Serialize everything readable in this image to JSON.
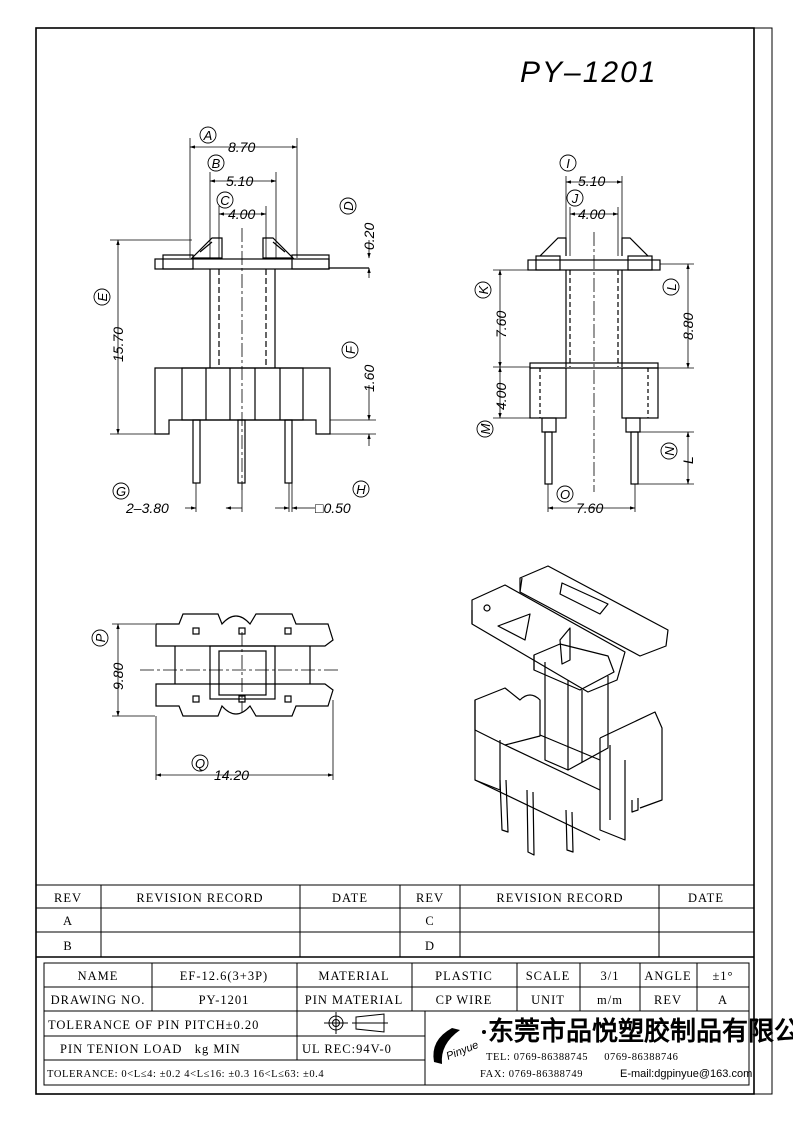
{
  "drawing": {
    "title": "PY–1201"
  },
  "dims": {
    "A": {
      "tag": "A",
      "value": "8.70"
    },
    "B": {
      "tag": "B",
      "value": "5.10"
    },
    "C": {
      "tag": "C",
      "value": "4.00"
    },
    "D": {
      "tag": "D",
      "value": "0.20"
    },
    "E": {
      "tag": "E",
      "value": "15.70"
    },
    "F": {
      "tag": "F",
      "value": "1.60"
    },
    "G": {
      "tag": "G",
      "value": "2–3.80"
    },
    "H": {
      "tag": "H",
      "value": "□0.50"
    },
    "I": {
      "tag": "I",
      "value": "5.10"
    },
    "J": {
      "tag": "J",
      "value": "4.00"
    },
    "K": {
      "tag": "K",
      "value": "7.60"
    },
    "L": {
      "tag": "L",
      "value": "8.80"
    },
    "M": {
      "tag": "M",
      "value": "4.00"
    },
    "N": {
      "tag": "N",
      "value": "L"
    },
    "O": {
      "tag": "O",
      "value": "7.60"
    },
    "P": {
      "tag": "P",
      "value": "9.80"
    },
    "Q": {
      "tag": "Q",
      "value": "14.20"
    }
  },
  "revision": {
    "headers": [
      "REV",
      "REVISION RECORD",
      "DATE",
      "REV",
      "REVISION RECORD",
      "DATE"
    ],
    "rows": [
      {
        "left_rev": "A",
        "right_rev": "C"
      },
      {
        "left_rev": "B",
        "right_rev": "D"
      }
    ]
  },
  "title_block": {
    "name_label": "NAME",
    "name_value": "EF-12.6(3+3P)",
    "material_label": "MATERIAL",
    "material_value": "PLASTIC",
    "scale_label": "SCALE",
    "scale_value": "3/1",
    "angle_label": "ANGLE",
    "angle_value": "±1°",
    "drawing_no_label": "DRAWING NO.",
    "drawing_no_value": "PY-1201",
    "pin_material_label": "PIN MATERIAL",
    "pin_material_value": "CP WIRE",
    "unit_label": "UNIT",
    "unit_value": "m/m",
    "rev_label": "REV",
    "rev_value": "A",
    "pin_pitch_tolerance": "TOLERANCE OF PIN PITCH±0.20",
    "pin_tension": "PIN TENION LOAD   kg MIN",
    "ul_rec": "UL REC:94V-0",
    "tolerance_note": "TOLERANCE: 0<L≤4: ±0.2  4<L≤16: ±0.3  16<L≤63: ±0.4",
    "company_name": "东莞市品悦塑胶制品有限公司",
    "tel": "TEL: 0769-86388745     0769-86388746",
    "fax": "FAX: 0769-86388749",
    "email": "E-mail:dgpinyue@163.com",
    "logo_text": "Pinyue"
  }
}
